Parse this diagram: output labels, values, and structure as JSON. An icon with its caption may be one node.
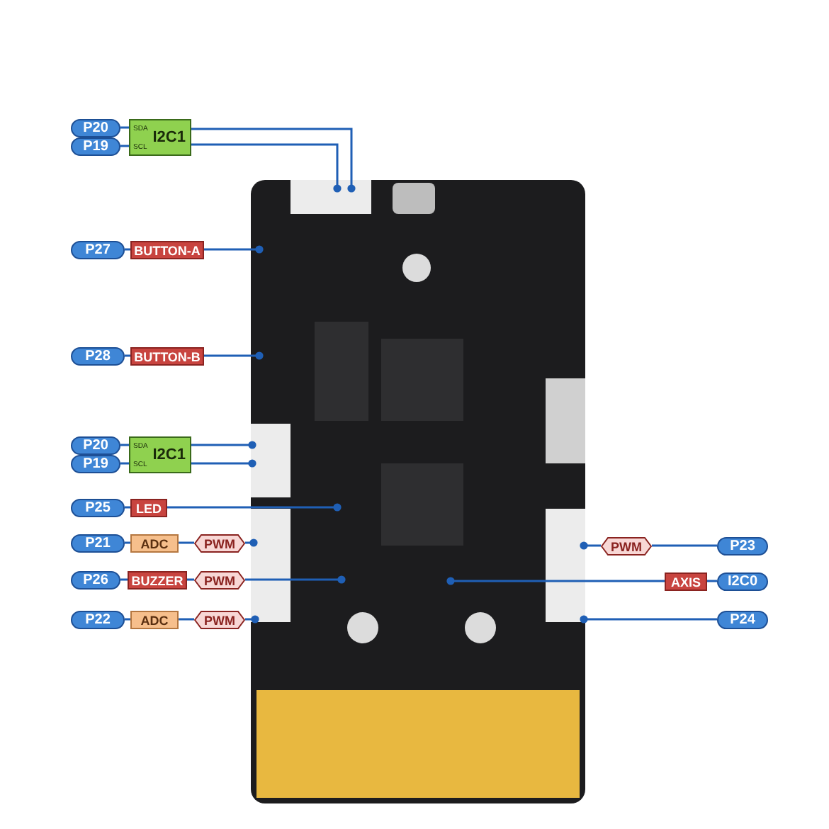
{
  "diagram": {
    "nodes": [
      {
        "text": [],
        "shape": "picture"
      },
      {
        "text": [
          "P20"
        ]
      },
      {
        "text": [
          "P19"
        ]
      },
      {
        "text": [
          "SDA",
          "SCL",
          "I2C1"
        ]
      },
      {
        "text": [
          "P27"
        ]
      },
      {
        "text": [
          "BUTTON-A"
        ]
      },
      {
        "text": [
          "P28"
        ]
      },
      {
        "text": [
          "BUTTON-B"
        ]
      },
      {
        "text": [
          "P20"
        ]
      },
      {
        "text": [
          "P19"
        ]
      },
      {
        "text": [
          "SDA",
          "SCL",
          "I2C1"
        ]
      },
      {
        "text": [
          "P25"
        ]
      },
      {
        "text": [
          "LED"
        ]
      },
      {
        "text": [
          "P21"
        ]
      },
      {
        "text": [
          "ADC"
        ]
      },
      {
        "text": [
          "PWM"
        ]
      },
      {
        "text": [
          "P26"
        ]
      },
      {
        "text": [
          "BUZZER"
        ]
      },
      {
        "text": [
          "PWM"
        ]
      },
      {
        "text": [
          "P22"
        ]
      },
      {
        "text": [
          "ADC"
        ]
      },
      {
        "text": [
          "PWM"
        ]
      },
      {
        "text": [
          "PWM"
        ]
      },
      {
        "text": [
          "P23"
        ]
      },
      {
        "text": [
          "AXIS"
        ]
      },
      {
        "text": [
          "I2C0"
        ]
      },
      {
        "text": [
          "P24"
        ]
      }
    ],
    "edges": [
      {
        "from": 1,
        "to": 3,
        "arrow": "none"
      },
      {
        "from": 2,
        "to": 3,
        "arrow": "none"
      },
      {
        "from": 3,
        "to": 0,
        "arrow": "other"
      },
      {
        "from": 3,
        "to": 0,
        "arrow": "other"
      },
      {
        "from": 4,
        "to": 5,
        "arrow": "none"
      },
      {
        "from": 5,
        "to": 0,
        "arrow": "other"
      },
      {
        "from": 6,
        "to": 7,
        "arrow": "none"
      },
      {
        "from": 7,
        "to": 0,
        "arrow": "other"
      },
      {
        "from": 8,
        "to": 10,
        "arrow": "none"
      },
      {
        "from": 9,
        "to": 10,
        "arrow": "none"
      },
      {
        "from": 10,
        "to": 0,
        "arrow": "other"
      },
      {
        "from": 10,
        "to": 0,
        "arrow": "other"
      },
      {
        "from": 11,
        "to": 12,
        "arrow": "none"
      },
      {
        "from": 12,
        "to": 0,
        "arrow": "other"
      },
      {
        "from": 13,
        "to": 14,
        "arrow": "none"
      },
      {
        "from": 14,
        "to": 15,
        "arrow": "none"
      },
      {
        "from": 15,
        "to": 0,
        "arrow": "other"
      },
      {
        "from": 16,
        "to": 17,
        "arrow": "none"
      },
      {
        "from": 17,
        "to": 18,
        "arrow": "none"
      },
      {
        "from": 18,
        "to": 0,
        "arrow": "other"
      },
      {
        "from": 19,
        "to": 20,
        "arrow": "none"
      },
      {
        "from": 20,
        "to": 21,
        "arrow": "none"
      },
      {
        "from": 21,
        "to": 0,
        "arrow": "other"
      },
      {
        "from": 23,
        "to": 22,
        "arrow": "none"
      },
      {
        "from": 22,
        "to": 0,
        "arrow": "other"
      },
      {
        "from": 25,
        "to": 24,
        "arrow": "none"
      },
      {
        "from": 24,
        "to": 0,
        "arrow": "other"
      },
      {
        "from": 26,
        "to": 0,
        "arrow": "other"
      }
    ]
  }
}
